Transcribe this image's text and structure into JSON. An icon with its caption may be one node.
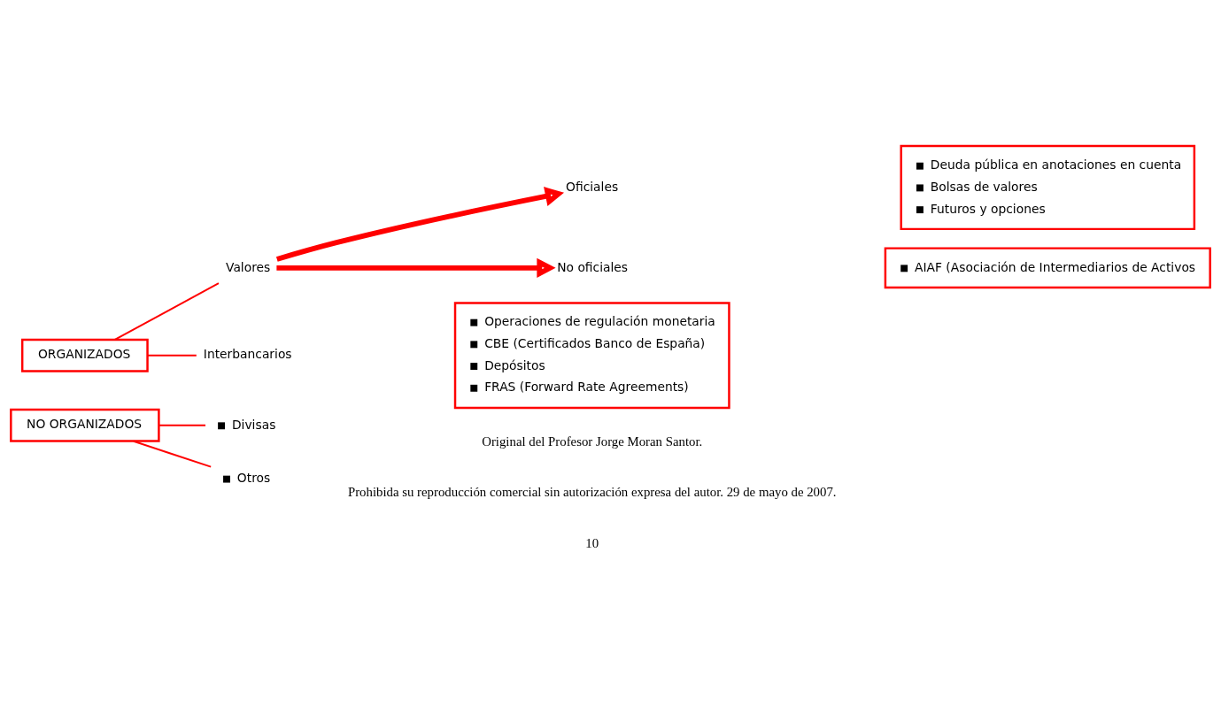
{
  "diagram": {
    "nodes": [
      {
        "text": [
          "ORGANIZADOS"
        ]
      },
      {
        "text": [
          "Valores"
        ]
      },
      {
        "text": [
          "Interbancarios"
        ]
      },
      {
        "text": [
          "Oficiales"
        ]
      },
      {
        "text": [
          "No oficiales"
        ]
      },
      {
        "text": [
          "Deuda pública en anotaciones en cuenta",
          "Bolsas de valores",
          "Futuros y opciones"
        ]
      },
      {
        "text": [
          "AIAF (Asociación de Intermediarios de Activos"
        ]
      },
      {
        "text": [
          "Operaciones de regulación monetaria",
          "CBE (Certificados Banco de España)",
          "Depósitos",
          "FRAS (Forward Rate Agreements)"
        ]
      },
      {
        "text": [
          "NO ORGANIZADOS"
        ]
      },
      {
        "text": [
          "Divisas"
        ]
      },
      {
        "text": [
          "Otros"
        ]
      }
    ],
    "edges": [
      {
        "from": 0,
        "to": 1,
        "arrow": "none"
      },
      {
        "from": 0,
        "to": 2,
        "arrow": "none"
      },
      {
        "from": 1,
        "to": 3,
        "arrow": "to",
        "style": "thick"
      },
      {
        "from": 1,
        "to": 4,
        "arrow": "to",
        "style": "thick"
      },
      {
        "from": 8,
        "to": 9,
        "arrow": "none"
      },
      {
        "from": 8,
        "to": 10,
        "arrow": "none"
      }
    ],
    "labels": [
      "Original del Profesor Jorge Moran Santor.",
      "Prohibida su reproducción comercial sin autorización expresa del autor. 29 de mayo de 2007.",
      "10"
    ]
  }
}
